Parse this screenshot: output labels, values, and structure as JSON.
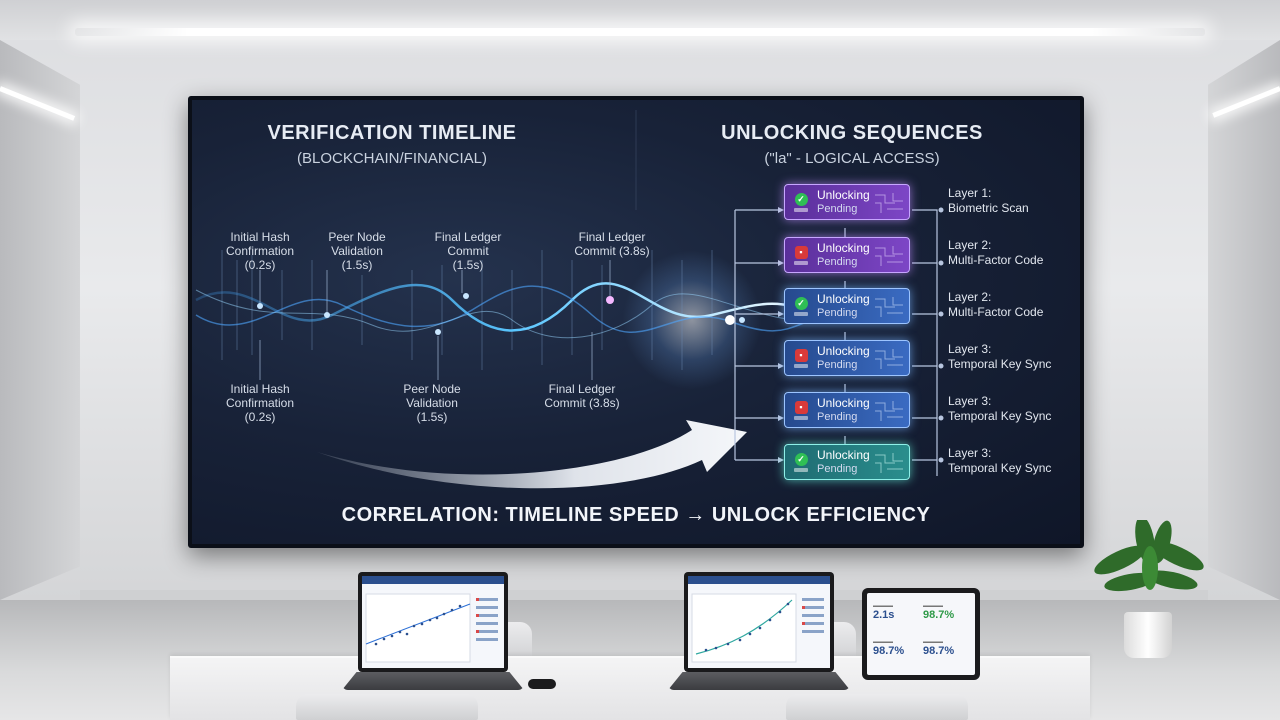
{
  "screen": {
    "left_title": "VERIFICATION TIMELINE",
    "left_subtitle": "(BLOCKCHAIN/FINANCIAL)",
    "right_title": "UNLOCKING SEQUENCES",
    "right_subtitle": "(\"la\" - LOGICAL ACCESS)",
    "bottom_title": "CORRELATION: TIMELINE SPEED → UNLOCK EFFICIENCY",
    "timeline_top_labels": [
      {
        "line1": "Initial Hash",
        "line2": "Confirmation",
        "line3": "(0.2s)"
      },
      {
        "line1": "Peer Node",
        "line2": "Validation",
        "line3": "(1.5s)"
      },
      {
        "line1": "Final Ledger",
        "line2": "Commit",
        "line3": "(1.5s)"
      },
      {
        "line1": "Final Ledger",
        "line2": "Commit (3.8s)",
        "line3": ""
      }
    ],
    "timeline_bottom_labels": [
      {
        "line1": "Initial Hash",
        "line2": "Confirmation",
        "line3": "(0.2s)"
      },
      {
        "line1": "Peer Node",
        "line2": "Validation",
        "line3": "(1.5s)"
      },
      {
        "line1": "Final Ledger",
        "line2": "Commit (3.8s)",
        "line3": ""
      }
    ],
    "unlock_steps": [
      {
        "title": "Unlocking",
        "status": "Pending",
        "icon": "check-icon",
        "tone": "purple",
        "layer": "Layer 1:",
        "layer_desc": "Biometric Scan"
      },
      {
        "title": "Unlocking",
        "status": "Pending",
        "icon": "lock-icon",
        "tone": "purple",
        "layer": "Layer 2:",
        "layer_desc": "Multi-Factor Code"
      },
      {
        "title": "Unlocking",
        "status": "Pending",
        "icon": "check-icon",
        "tone": "blue",
        "layer": "Layer 2:",
        "layer_desc": "Multi-Factor Code"
      },
      {
        "title": "Unlocking",
        "status": "Pending",
        "icon": "lock-icon",
        "tone": "blue",
        "layer": "Layer 3:",
        "layer_desc": "Temporal Key Sync"
      },
      {
        "title": "Unlocking",
        "status": "Pending",
        "icon": "lock-icon",
        "tone": "blue",
        "layer": "Layer 3:",
        "layer_desc": "Temporal Key Sync"
      },
      {
        "title": "Unlocking",
        "status": "Pending",
        "icon": "check-icon",
        "tone": "teal",
        "layer": "Layer 3:",
        "layer_desc": "Temporal Key Sync"
      }
    ]
  },
  "tablet": {
    "val1": "2.1s",
    "val2": "98.7%",
    "val3": "98.7%",
    "val4": "98.7%"
  },
  "colors": {
    "check": "#2fbf55",
    "lock": "#d93a3a",
    "wave": "#4fb8ff"
  }
}
